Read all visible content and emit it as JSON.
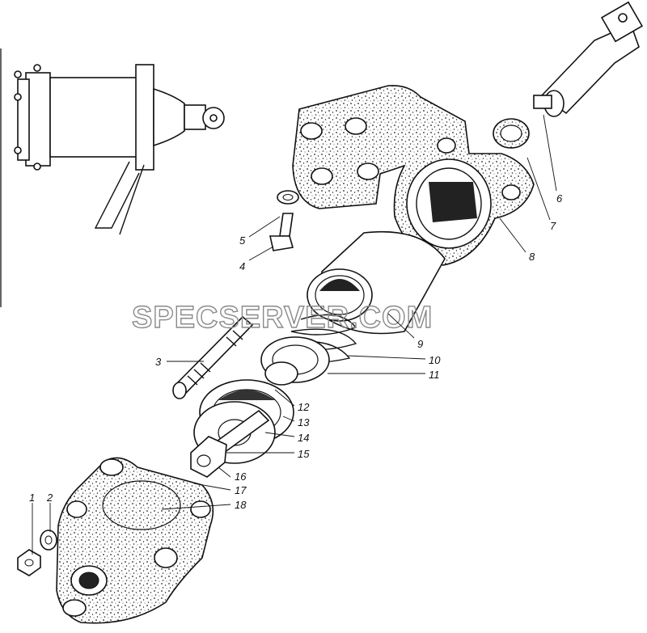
{
  "watermark": "SPECSERVER.COM",
  "callouts": [
    {
      "id": "c1",
      "text": "1"
    },
    {
      "id": "c2",
      "text": "2"
    },
    {
      "id": "c3",
      "text": "3"
    },
    {
      "id": "c4",
      "text": "4"
    },
    {
      "id": "c5",
      "text": "5"
    },
    {
      "id": "c6",
      "text": "6"
    },
    {
      "id": "c7",
      "text": "7"
    },
    {
      "id": "c8",
      "text": "8"
    },
    {
      "id": "c9",
      "text": "9"
    },
    {
      "id": "c10",
      "text": "10"
    },
    {
      "id": "c11",
      "text": "11"
    },
    {
      "id": "c12",
      "text": "12"
    },
    {
      "id": "c13",
      "text": "13"
    },
    {
      "id": "c14",
      "text": "14"
    },
    {
      "id": "c15",
      "text": "15"
    },
    {
      "id": "c16",
      "text": "16"
    },
    {
      "id": "c17",
      "text": "17"
    },
    {
      "id": "c18",
      "text": "18"
    }
  ]
}
